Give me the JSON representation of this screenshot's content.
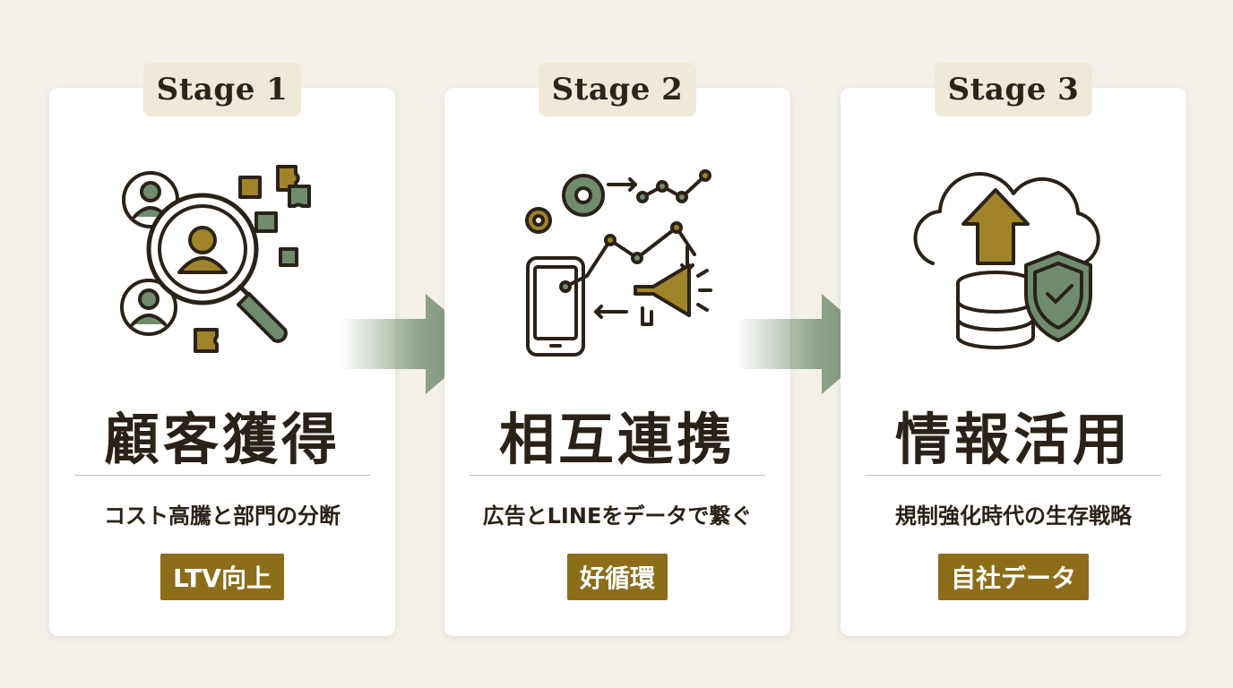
{
  "stages": [
    {
      "stage_label": "Stage 1",
      "title": "顧客獲得",
      "subtitle": "コスト高騰と部門の分断",
      "badge": "LTV向上"
    },
    {
      "stage_label": "Stage 2",
      "title": "相互連携",
      "subtitle": "広告とLINEをデータで繋ぐ",
      "badge": "好循環"
    },
    {
      "stage_label": "Stage 3",
      "title": "情報活用",
      "subtitle": "規制強化時代の生存戦略",
      "badge": "自社データ"
    }
  ],
  "icons": {
    "stage1": "customer-search-icon",
    "stage2": "mobile-marketing-icon",
    "stage3": "cloud-data-security-icon",
    "arrow": "arrow-right-icon"
  },
  "colors": {
    "background": "#f4f1ea",
    "card": "#ffffff",
    "tab": "#efe9d8",
    "gold": "#a0832a",
    "sage": "#6f8c6c",
    "badge": "#8c6d1a",
    "text": "#2a2218"
  }
}
